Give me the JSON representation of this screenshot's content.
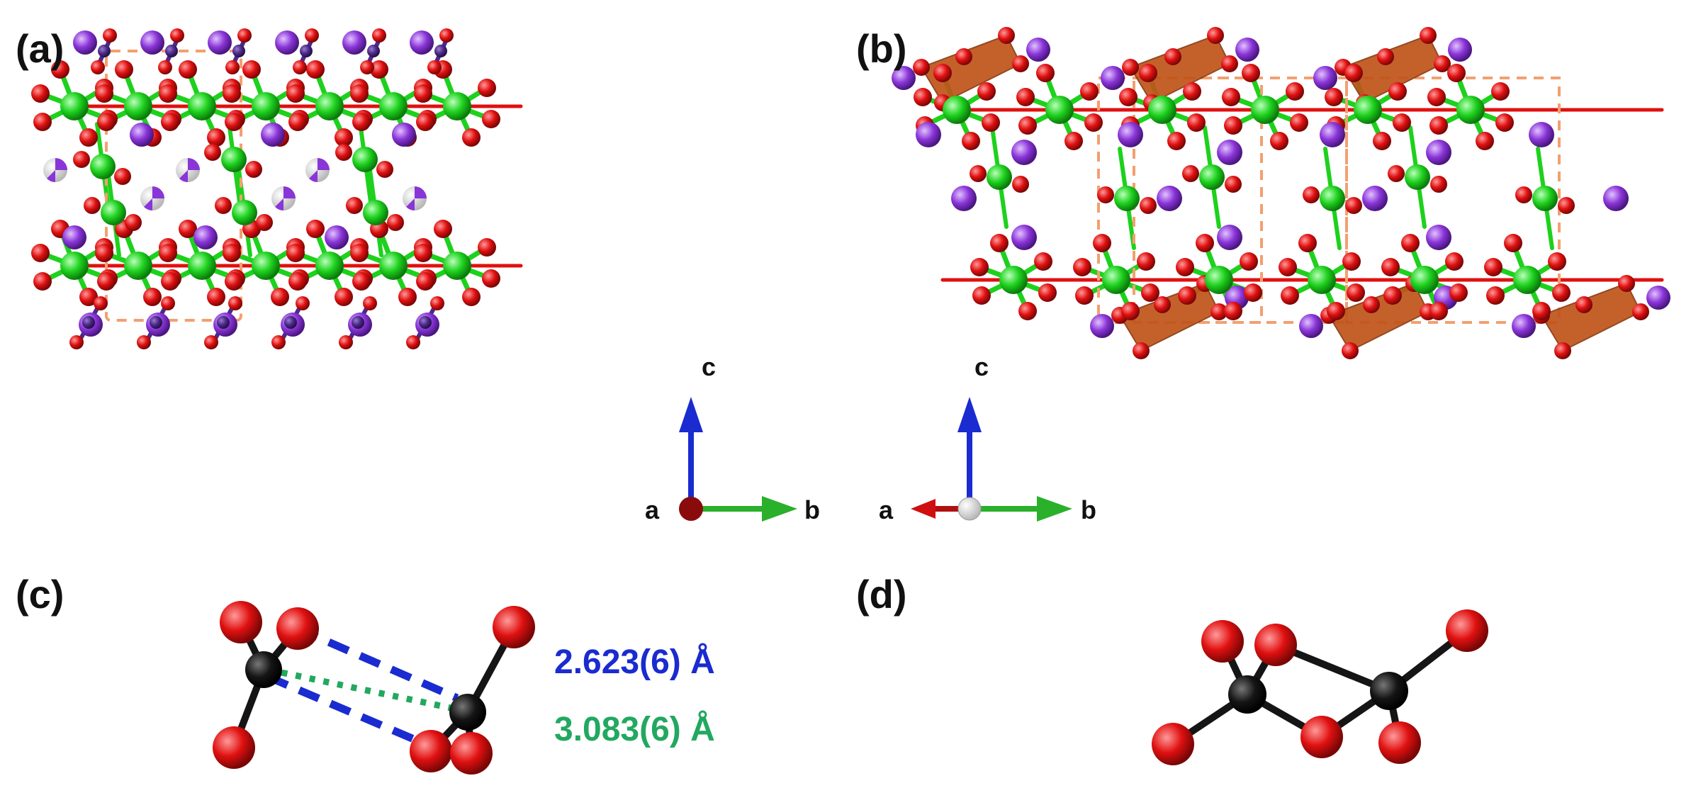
{
  "panels": {
    "a": {
      "label": "(a)",
      "axes": {
        "a": "a",
        "b": "b",
        "c": "c"
      }
    },
    "b": {
      "label": "(b)",
      "axes": {
        "a": "a",
        "b": "b",
        "c": "c"
      }
    },
    "c": {
      "label": "(c)",
      "distances": [
        {
          "text": "2.623(6) Å",
          "color": "#1a2bd0"
        },
        {
          "text": "3.083(6) Å",
          "color": "#22a860"
        }
      ]
    },
    "d": {
      "label": "(d)"
    }
  },
  "colors": {
    "metal_atom": "#1dd11d",
    "oxygen_atom": "#e01010",
    "alkali_atom": "#8a35d8",
    "carbon_atom": "#151515",
    "polyhedron": "#c0541a",
    "unit_cell": "#f2a070",
    "axis_a": "#b01010",
    "axis_b": "#2ab02a",
    "axis_c": "#1a2bd0",
    "bond_dash_blue": "#1a2bd0",
    "bond_dot_green": "#22a860"
  },
  "icons": {
    "metal_atom": "green-sphere-icon",
    "oxygen_atom": "red-sphere-icon",
    "alkali_atom": "purple-sphere-icon",
    "carbon_atom": "black-sphere-icon",
    "mixed_site_atom": "purple-white-sphere-icon"
  }
}
